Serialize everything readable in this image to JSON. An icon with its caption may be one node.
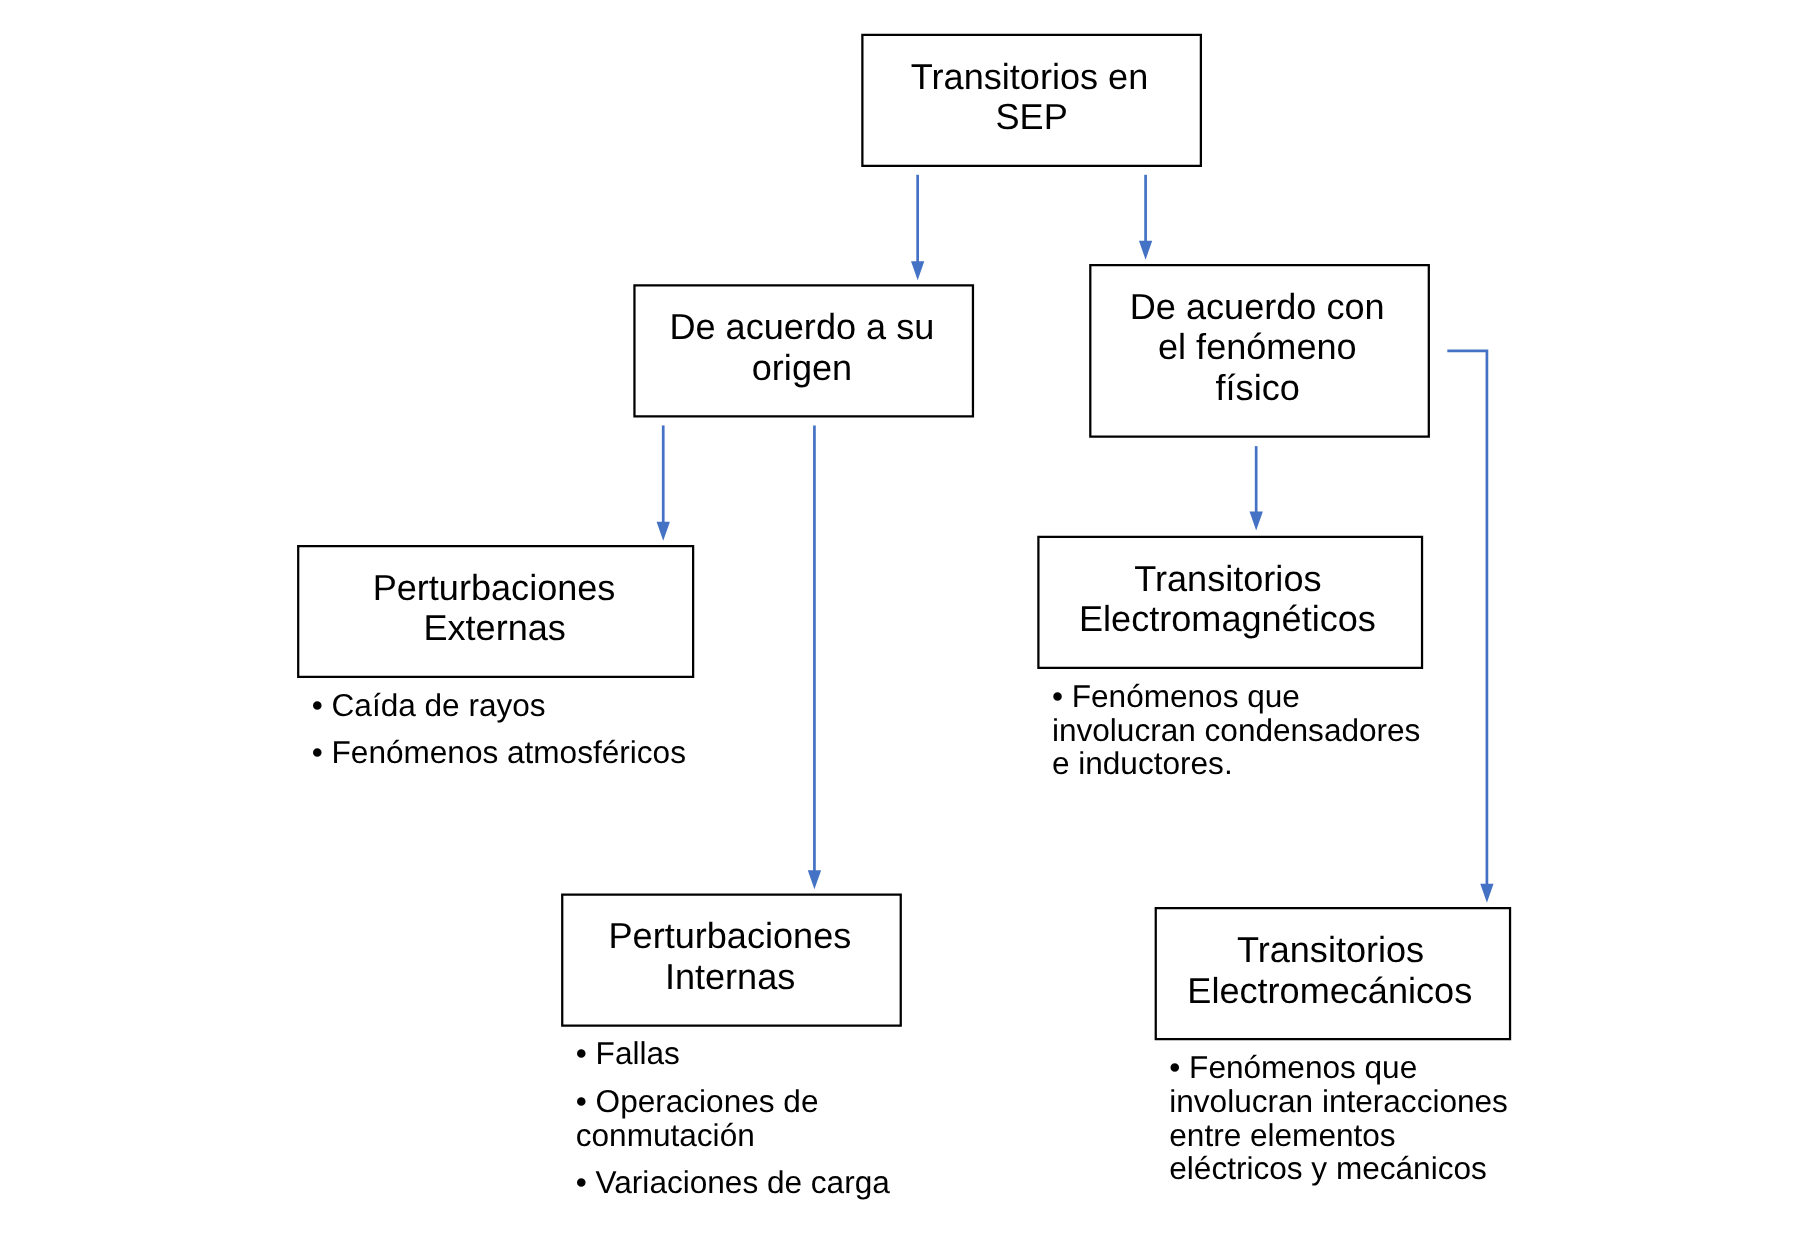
{
  "diagram": {
    "nodes": [
      {
        "text": [
          "Transitorios en SEP"
        ]
      },
      {
        "text": [
          "De acuerdo a su origen"
        ]
      },
      {
        "text": [
          "De acuerdo con el fenómeno físico"
        ]
      },
      {
        "text": [
          "Perturbaciones Externas"
        ],
        "beside": [
          "• Caída de rayos",
          "• Fenómenos atmosféricos"
        ]
      },
      {
        "text": [
          "Perturbaciones Internas"
        ],
        "beside": [
          "• Fallas",
          "• Operaciones de conmutación",
          "• Variaciones de carga"
        ]
      },
      {
        "text": [
          "Transitorios Electromagnéticos"
        ],
        "beside": [
          "• Fenómenos que involucran condensadores e inductores."
        ]
      },
      {
        "text": [
          "Transitorios Electromecánicos"
        ],
        "beside": [
          "• Fenómenos que involucran interacciones entre elementos eléctricos y mecánicos"
        ]
      }
    ],
    "edges": [
      {
        "from": 0,
        "to": 1,
        "arrow": "to"
      },
      {
        "from": 0,
        "to": 2,
        "arrow": "to"
      },
      {
        "from": 1,
        "to": 3,
        "arrow": "to"
      },
      {
        "from": 1,
        "to": 4,
        "arrow": "to"
      },
      {
        "from": 2,
        "to": 5,
        "arrow": "to"
      },
      {
        "from": 2,
        "to": 6,
        "arrow": "to"
      }
    ]
  }
}
